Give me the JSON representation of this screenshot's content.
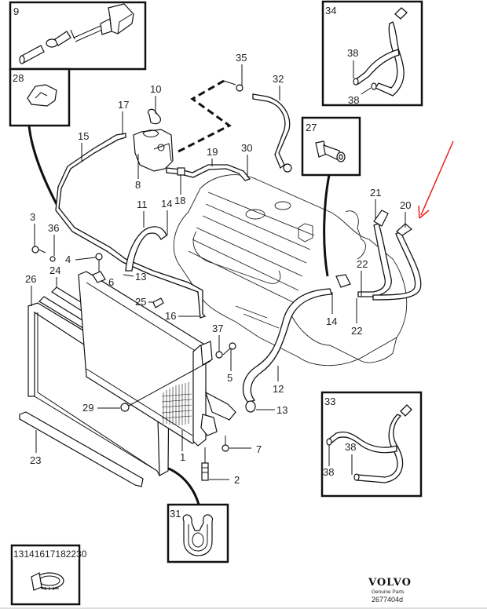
{
  "diagram": {
    "title": "Cooling system exploded view",
    "brand": "VOLVO",
    "brand_subtitle": "Genuine Parts",
    "drawing_number": "2677404d",
    "highlight_arrow_color": "#e8201c",
    "highlight_target": "20",
    "inset_boxes": [
      {
        "id": "box-9",
        "label": "9"
      },
      {
        "id": "box-28",
        "label": "28"
      },
      {
        "id": "box-34",
        "label": "34",
        "sub_labels": [
          "38",
          "38"
        ]
      },
      {
        "id": "box-27",
        "label": "27"
      },
      {
        "id": "box-33",
        "label": "33",
        "sub_labels": [
          "38",
          "38"
        ]
      },
      {
        "id": "box-31",
        "label": "31"
      },
      {
        "id": "box-clamp",
        "label": "13141617182230"
      }
    ],
    "callouts": {
      "c1": "1",
      "c2": "2",
      "c3": "3",
      "c4": "4",
      "c5": "5",
      "c6": "6",
      "c7": "7",
      "c8": "8",
      "c10": "10",
      "c11": "11",
      "c12": "12",
      "c13a": "13",
      "c13b": "13",
      "c14a": "14",
      "c14b": "14",
      "c15": "15",
      "c16": "16",
      "c17": "17",
      "c18": "18",
      "c19": "19",
      "c20": "20",
      "c21": "21",
      "c22a": "22",
      "c22b": "22",
      "c23": "23",
      "c24": "24",
      "c25": "25",
      "c26": "26",
      "c29": "29",
      "c30": "30",
      "c32": "32",
      "c35": "35",
      "c36": "36",
      "c37": "37"
    }
  }
}
